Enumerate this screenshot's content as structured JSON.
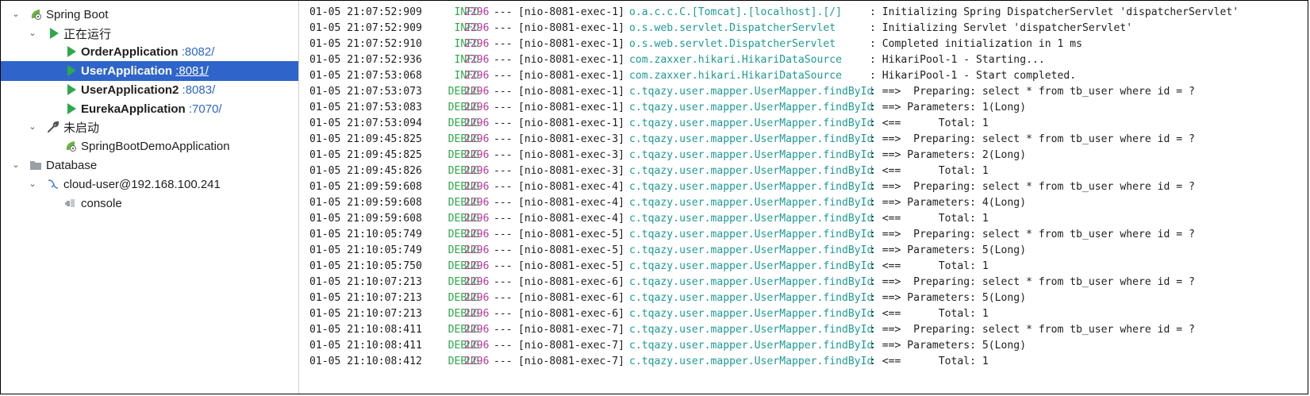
{
  "tree": {
    "spring_boot": "Spring Boot",
    "running": "正在运行",
    "apps": [
      {
        "name": "OrderApplication",
        "port": ":8082/"
      },
      {
        "name": "UserApplication",
        "port": ":8081/"
      },
      {
        "name": "UserApplication2",
        "port": ":8083/"
      },
      {
        "name": "EurekaApplication",
        "port": ":7070/"
      }
    ],
    "not_started": "未启动",
    "demo_app": "SpringBootDemoApplication",
    "database": "Database",
    "connection": "cloud-user@192.168.100.241",
    "console": "console"
  },
  "log": [
    {
      "ts": "01-05 21:07:52:909",
      "level": "INFO",
      "pid": "2296",
      "sep": "---",
      "thread": "[nio-8081-exec-1]",
      "cls": "o.a.c.c.C.[Tomcat].[localhost].[/]",
      "msg": ": Initializing Spring DispatcherServlet 'dispatcherServlet'"
    },
    {
      "ts": "01-05 21:07:52:909",
      "level": "INFO",
      "pid": "2296",
      "sep": "---",
      "thread": "[nio-8081-exec-1]",
      "cls": "o.s.web.servlet.DispatcherServlet",
      "msg": ": Initializing Servlet 'dispatcherServlet'"
    },
    {
      "ts": "01-05 21:07:52:910",
      "level": "INFO",
      "pid": "2296",
      "sep": "---",
      "thread": "[nio-8081-exec-1]",
      "cls": "o.s.web.servlet.DispatcherServlet",
      "msg": ": Completed initialization in 1 ms"
    },
    {
      "ts": "01-05 21:07:52:936",
      "level": "INFO",
      "pid": "2296",
      "sep": "---",
      "thread": "[nio-8081-exec-1]",
      "cls": "com.zaxxer.hikari.HikariDataSource",
      "msg": ": HikariPool-1 - Starting..."
    },
    {
      "ts": "01-05 21:07:53:068",
      "level": "INFO",
      "pid": "2296",
      "sep": "---",
      "thread": "[nio-8081-exec-1]",
      "cls": "com.zaxxer.hikari.HikariDataSource",
      "msg": ": HikariPool-1 - Start completed."
    },
    {
      "ts": "01-05 21:07:53:073",
      "level": "DEBUG",
      "pid": "2296",
      "sep": "---",
      "thread": "[nio-8081-exec-1]",
      "cls": "c.tqazy.user.mapper.UserMapper.findById",
      "msg": ": ==>  Preparing: select * from tb_user where id = ?"
    },
    {
      "ts": "01-05 21:07:53:083",
      "level": "DEBUG",
      "pid": "2296",
      "sep": "---",
      "thread": "[nio-8081-exec-1]",
      "cls": "c.tqazy.user.mapper.UserMapper.findById",
      "msg": ": ==> Parameters: 1(Long)"
    },
    {
      "ts": "01-05 21:07:53:094",
      "level": "DEBUG",
      "pid": "2296",
      "sep": "---",
      "thread": "[nio-8081-exec-1]",
      "cls": "c.tqazy.user.mapper.UserMapper.findById",
      "msg": ": <==      Total: 1"
    },
    {
      "ts": "01-05 21:09:45:825",
      "level": "DEBUG",
      "pid": "2296",
      "sep": "---",
      "thread": "[nio-8081-exec-3]",
      "cls": "c.tqazy.user.mapper.UserMapper.findById",
      "msg": ": ==>  Preparing: select * from tb_user where id = ?"
    },
    {
      "ts": "01-05 21:09:45:825",
      "level": "DEBUG",
      "pid": "2296",
      "sep": "---",
      "thread": "[nio-8081-exec-3]",
      "cls": "c.tqazy.user.mapper.UserMapper.findById",
      "msg": ": ==> Parameters: 2(Long)"
    },
    {
      "ts": "01-05 21:09:45:826",
      "level": "DEBUG",
      "pid": "2296",
      "sep": "---",
      "thread": "[nio-8081-exec-3]",
      "cls": "c.tqazy.user.mapper.UserMapper.findById",
      "msg": ": <==      Total: 1"
    },
    {
      "ts": "01-05 21:09:59:608",
      "level": "DEBUG",
      "pid": "2296",
      "sep": "---",
      "thread": "[nio-8081-exec-4]",
      "cls": "c.tqazy.user.mapper.UserMapper.findById",
      "msg": ": ==>  Preparing: select * from tb_user where id = ?"
    },
    {
      "ts": "01-05 21:09:59:608",
      "level": "DEBUG",
      "pid": "2296",
      "sep": "---",
      "thread": "[nio-8081-exec-4]",
      "cls": "c.tqazy.user.mapper.UserMapper.findById",
      "msg": ": ==> Parameters: 4(Long)"
    },
    {
      "ts": "01-05 21:09:59:608",
      "level": "DEBUG",
      "pid": "2296",
      "sep": "---",
      "thread": "[nio-8081-exec-4]",
      "cls": "c.tqazy.user.mapper.UserMapper.findById",
      "msg": ": <==      Total: 1"
    },
    {
      "ts": "01-05 21:10:05:749",
      "level": "DEBUG",
      "pid": "2296",
      "sep": "---",
      "thread": "[nio-8081-exec-5]",
      "cls": "c.tqazy.user.mapper.UserMapper.findById",
      "msg": ": ==>  Preparing: select * from tb_user where id = ?"
    },
    {
      "ts": "01-05 21:10:05:749",
      "level": "DEBUG",
      "pid": "2296",
      "sep": "---",
      "thread": "[nio-8081-exec-5]",
      "cls": "c.tqazy.user.mapper.UserMapper.findById",
      "msg": ": ==> Parameters: 5(Long)"
    },
    {
      "ts": "01-05 21:10:05:750",
      "level": "DEBUG",
      "pid": "2296",
      "sep": "---",
      "thread": "[nio-8081-exec-5]",
      "cls": "c.tqazy.user.mapper.UserMapper.findById",
      "msg": ": <==      Total: 1"
    },
    {
      "ts": "01-05 21:10:07:213",
      "level": "DEBUG",
      "pid": "2296",
      "sep": "---",
      "thread": "[nio-8081-exec-6]",
      "cls": "c.tqazy.user.mapper.UserMapper.findById",
      "msg": ": ==>  Preparing: select * from tb_user where id = ?"
    },
    {
      "ts": "01-05 21:10:07:213",
      "level": "DEBUG",
      "pid": "2296",
      "sep": "---",
      "thread": "[nio-8081-exec-6]",
      "cls": "c.tqazy.user.mapper.UserMapper.findById",
      "msg": ": ==> Parameters: 5(Long)"
    },
    {
      "ts": "01-05 21:10:07:213",
      "level": "DEBUG",
      "pid": "2296",
      "sep": "---",
      "thread": "[nio-8081-exec-6]",
      "cls": "c.tqazy.user.mapper.UserMapper.findById",
      "msg": ": <==      Total: 1"
    },
    {
      "ts": "01-05 21:10:08:411",
      "level": "DEBUG",
      "pid": "2296",
      "sep": "---",
      "thread": "[nio-8081-exec-7]",
      "cls": "c.tqazy.user.mapper.UserMapper.findById",
      "msg": ": ==>  Preparing: select * from tb_user where id = ?"
    },
    {
      "ts": "01-05 21:10:08:411",
      "level": "DEBUG",
      "pid": "2296",
      "sep": "---",
      "thread": "[nio-8081-exec-7]",
      "cls": "c.tqazy.user.mapper.UserMapper.findById",
      "msg": ": ==> Parameters: 5(Long)"
    },
    {
      "ts": "01-05 21:10:08:412",
      "level": "DEBUG",
      "pid": "2296",
      "sep": "---",
      "thread": "[nio-8081-exec-7]",
      "cls": "c.tqazy.user.mapper.UserMapper.findById",
      "msg": ": <==      Total: 1"
    }
  ],
  "colors": {
    "selection": "#2f65ca",
    "level": "#2ea84a",
    "pid": "#b8399c",
    "logger": "#1f9a93",
    "port": "#2f65ca"
  }
}
